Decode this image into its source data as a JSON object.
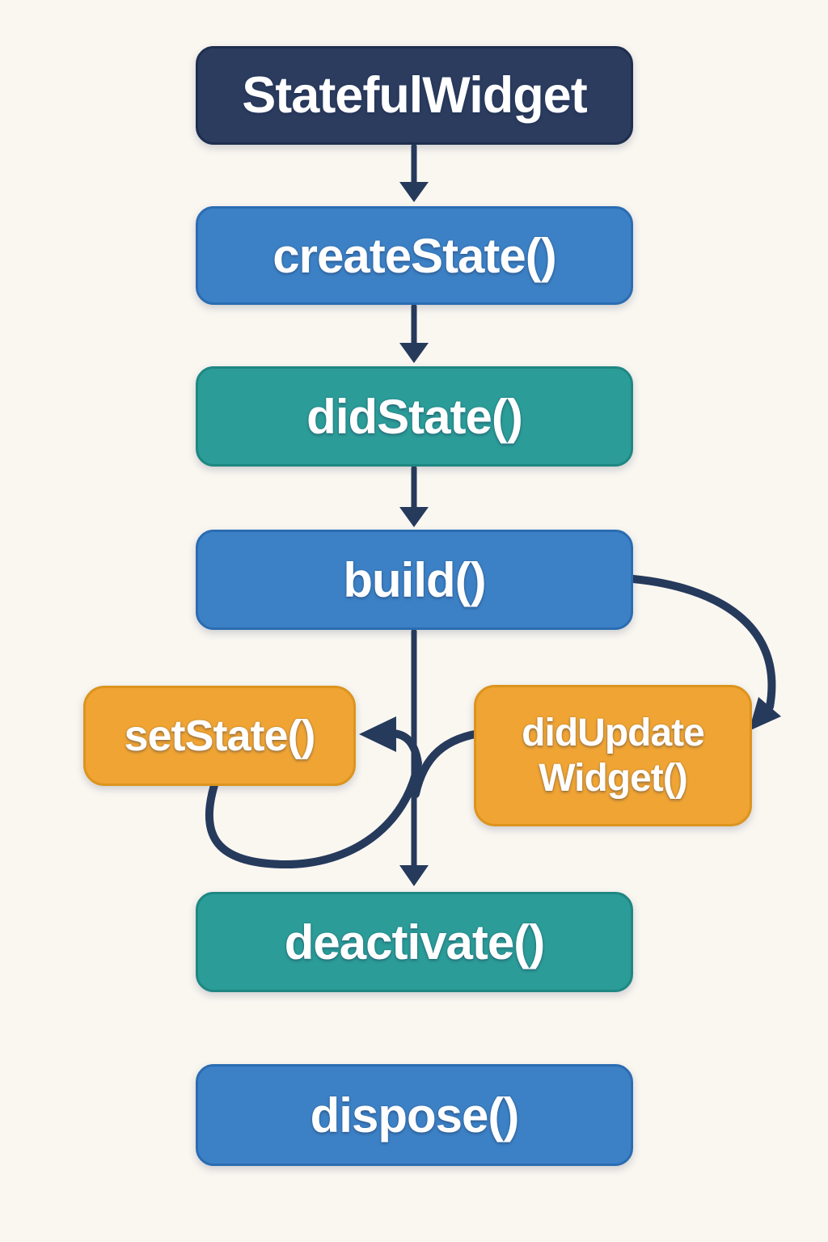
{
  "colors": {
    "background": "#faf7f1",
    "arrow": "#263a5c",
    "text": "#ffffff",
    "navy": "#2b3c5f",
    "blue": "#3c81c5",
    "teal": "#2b9c98",
    "orange": "#f0a433"
  },
  "nodes": [
    {
      "id": "statefulwidget",
      "label": "StatefulWidget",
      "color": "#2b3c5f",
      "border": "#1e2e4e"
    },
    {
      "id": "createstate",
      "label": "createState()",
      "color": "#3c81c5",
      "border": "#2b6cb2"
    },
    {
      "id": "didstate",
      "label": "didState()",
      "color": "#2b9c98",
      "border": "#1f8782"
    },
    {
      "id": "build",
      "label": "build()",
      "color": "#3c81c5",
      "border": "#2b6cb2"
    },
    {
      "id": "setstate",
      "label": "setState()",
      "color": "#f0a433",
      "border": "#dc941e"
    },
    {
      "id": "didupdatewidget",
      "label_line1": "didUpdate",
      "label_line2": "Widget()",
      "color": "#f0a433",
      "border": "#dc941e"
    },
    {
      "id": "deactivate",
      "label": "deactivate()",
      "color": "#2b9c98",
      "border": "#1f8782"
    },
    {
      "id": "dispose",
      "label": "dispose()",
      "color": "#3c81c5",
      "border": "#2b6cb2"
    }
  ],
  "edges": [
    {
      "from": "StatefulWidget",
      "to": "createState()"
    },
    {
      "from": "createState()",
      "to": "didState()"
    },
    {
      "from": "didState()",
      "to": "build()"
    },
    {
      "from": "build()",
      "to": "deactivate()"
    },
    {
      "from": "build()",
      "to": "didUpdateWidget()"
    },
    {
      "from": "didUpdateWidget()",
      "to": "setState()"
    },
    {
      "from": "setState()",
      "to": "deactivate()"
    },
    {
      "from": "deactivate()",
      "to": "dispose()"
    }
  ]
}
